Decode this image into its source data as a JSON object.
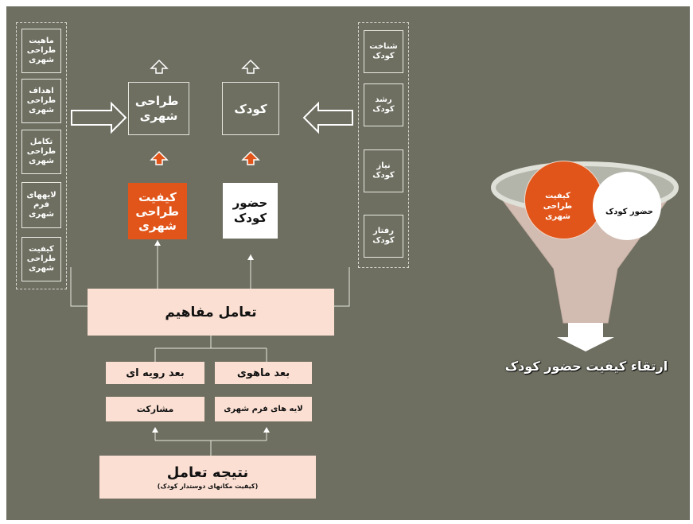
{
  "left_column": {
    "items": [
      "ماهیت طراحی شهری",
      "اهداف طراحی شهری",
      "تکامل طراحی شهری",
      "لایههای فرم شهری",
      "کیفیت طراحی شهری"
    ]
  },
  "right_column": {
    "items": [
      "شناخت کودک",
      "رشد کودک",
      "نیاز کودک",
      "رفتار کودک"
    ]
  },
  "center": {
    "urban_design": "طراحی شهری",
    "child": "کودک",
    "design_quality": "کیفیت طراحی شهری",
    "child_presence": "حضور کودک",
    "interaction": "تعامل مفاهیم",
    "procedural": "بعد رویه ای",
    "substantive": "بعد ماهوی",
    "participation": "مشارکت",
    "form_layers": "لایه های فرم شهری",
    "result_title": "نتیجه تعامل",
    "result_subtitle": "(کیفیت مکانهای دوستدار کودک)"
  },
  "funnel": {
    "circle_orange": "کیفیت طراحی شهری",
    "circle_white": "حضور کودک",
    "caption": "ارتقاء کیفیت حضور کودک"
  },
  "colors": {
    "background": "#6e6f61",
    "accent_orange": "#e1551a",
    "pink": "#fbdfd3",
    "white": "#ffffff"
  }
}
